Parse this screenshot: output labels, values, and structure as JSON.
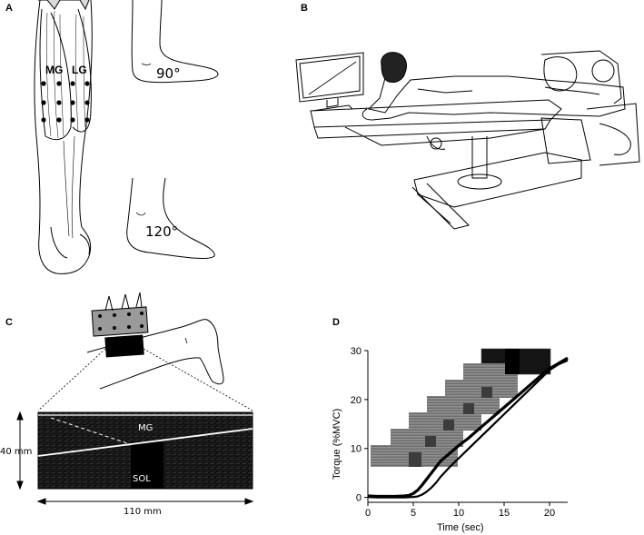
{
  "panels": {
    "a": {
      "label": "A",
      "muscle_left": "MG",
      "muscle_right": "LG",
      "angle_top": "90°",
      "angle_bottom": "120°"
    },
    "b": {
      "label": "B"
    },
    "c": {
      "label": "C",
      "muscle_upper": "MG",
      "muscle_lower": "SOL",
      "height_dim": "40 mm",
      "width_dim": "110 mm"
    },
    "d": {
      "label": "D",
      "xlabel": "Time (sec)",
      "ylabel": "Torque (%MVC)"
    }
  },
  "chart_data": {
    "type": "line",
    "title": "",
    "xlabel": "Time (sec)",
    "ylabel": "Torque (%MVC)",
    "xlim": [
      0,
      22
    ],
    "ylim": [
      -1,
      30
    ],
    "xticks": [
      "0",
      "5",
      "10",
      "15",
      "20"
    ],
    "yticks": [
      "0",
      "10",
      "20",
      "30"
    ],
    "series": [
      {
        "x": [
          0,
          1,
          2,
          3,
          4,
          4.5,
          5,
          5.5,
          6,
          6.5,
          7,
          7.5,
          8,
          9,
          10,
          11,
          12,
          13,
          14,
          15,
          16,
          17,
          18,
          19,
          20,
          21,
          22
        ],
        "values": [
          0.3,
          0.2,
          0.2,
          0.2,
          0.3,
          0.4,
          0.8,
          1.5,
          2.6,
          3.8,
          5.0,
          6.2,
          7.4,
          9.0,
          10.6,
          12.0,
          13.6,
          15.2,
          16.8,
          18.4,
          20.0,
          21.6,
          23.2,
          24.8,
          26.3,
          27.4,
          28.5
        ]
      },
      {
        "x": [
          0,
          1,
          2,
          3,
          4,
          5,
          5.5,
          6,
          6.5,
          7,
          7.5,
          8,
          8.5,
          9,
          10,
          11,
          12,
          13,
          14,
          15,
          16,
          17,
          18,
          19,
          20,
          21,
          22
        ],
        "values": [
          0.1,
          0.0,
          0.0,
          0.0,
          0.0,
          0.1,
          0.2,
          0.6,
          1.2,
          2.0,
          3.0,
          4.2,
          5.2,
          6.2,
          8.0,
          9.8,
          11.6,
          13.4,
          15.2,
          17.0,
          18.8,
          20.6,
          22.4,
          24.2,
          26.0,
          27.2,
          28.0
        ]
      }
    ]
  }
}
